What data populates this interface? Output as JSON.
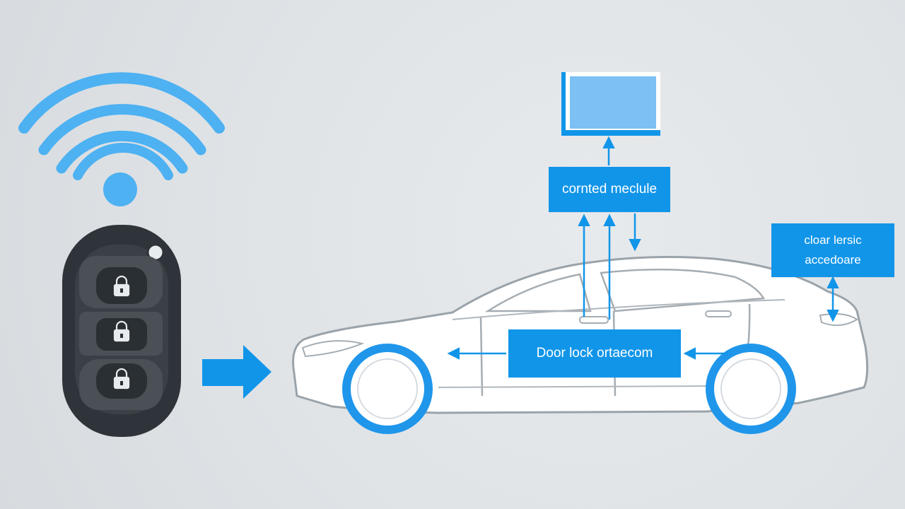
{
  "colors": {
    "background": "#dfe3e6",
    "accent": "#1195e9",
    "signal": "#4db1f2",
    "fob_body": "#2e3439",
    "fob_button": "#454b50",
    "car_outline": "#9aa3aa",
    "car_fill": "#ffffff"
  },
  "icons": {
    "signal": "wifi-signal-icon",
    "fob": "key-fob-icon",
    "lock": "padlock-icon",
    "direction": "right-arrow-icon",
    "display": "display-screen-icon",
    "vehicle": "sedan-car-icon"
  },
  "labels": {
    "control_module": "cornted meclule",
    "door_access_line1": "cloar lersic",
    "door_access_line2": "accedoare",
    "door_actuator": "Door lock ortaecom"
  }
}
